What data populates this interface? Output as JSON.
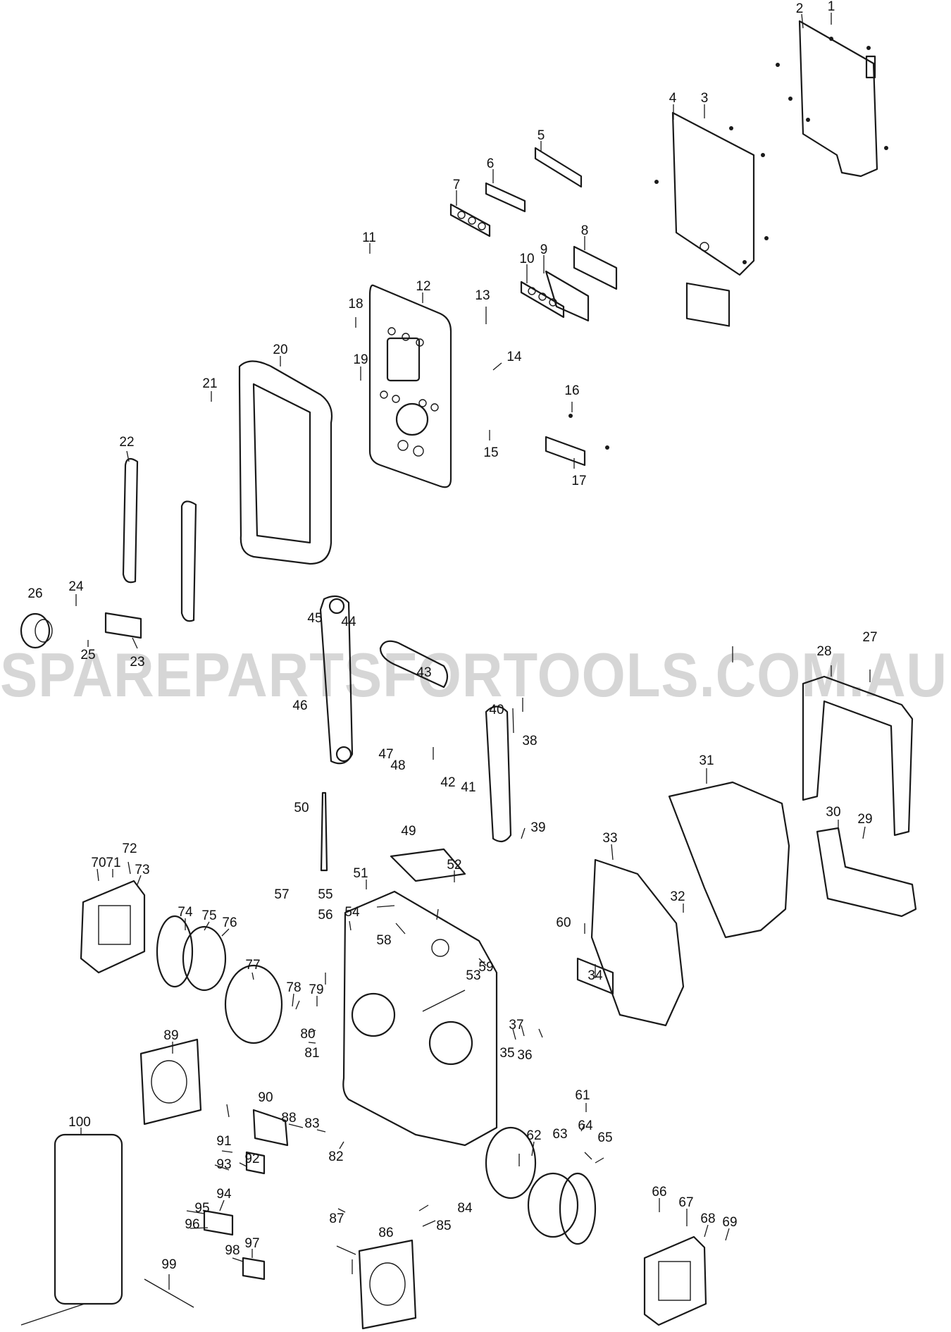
{
  "watermark": "SPAREPARTSFORTOOLS.COM.AU",
  "colors": {
    "line": "#1a1a1a",
    "watermark": "#cfcfcf",
    "background": "#ffffff"
  },
  "labels": [
    "1",
    "2",
    "3",
    "4",
    "5",
    "6",
    "7",
    "8",
    "9",
    "10",
    "11",
    "12",
    "13",
    "14",
    "15",
    "16",
    "17",
    "18",
    "19",
    "20",
    "21",
    "22",
    "23",
    "24",
    "25",
    "26",
    "27",
    "28",
    "29",
    "30",
    "31",
    "32",
    "33",
    "34",
    "35",
    "36",
    "37",
    "38",
    "39",
    "40",
    "41",
    "42",
    "43",
    "44",
    "45",
    "46",
    "47",
    "48",
    "49",
    "50",
    "51",
    "52",
    "53",
    "54",
    "55",
    "56",
    "57",
    "58",
    "59",
    "60",
    "61",
    "62",
    "63",
    "64",
    "65",
    "66",
    "67",
    "68",
    "69",
    "70",
    "71",
    "72",
    "73",
    "74",
    "75",
    "76",
    "77",
    "78",
    "79",
    "80",
    "81",
    "82",
    "83",
    "84",
    "85",
    "86",
    "87",
    "88",
    "89",
    "90",
    "91",
    "92",
    "93",
    "94",
    "95",
    "96",
    "97",
    "98",
    "99",
    "100"
  ]
}
